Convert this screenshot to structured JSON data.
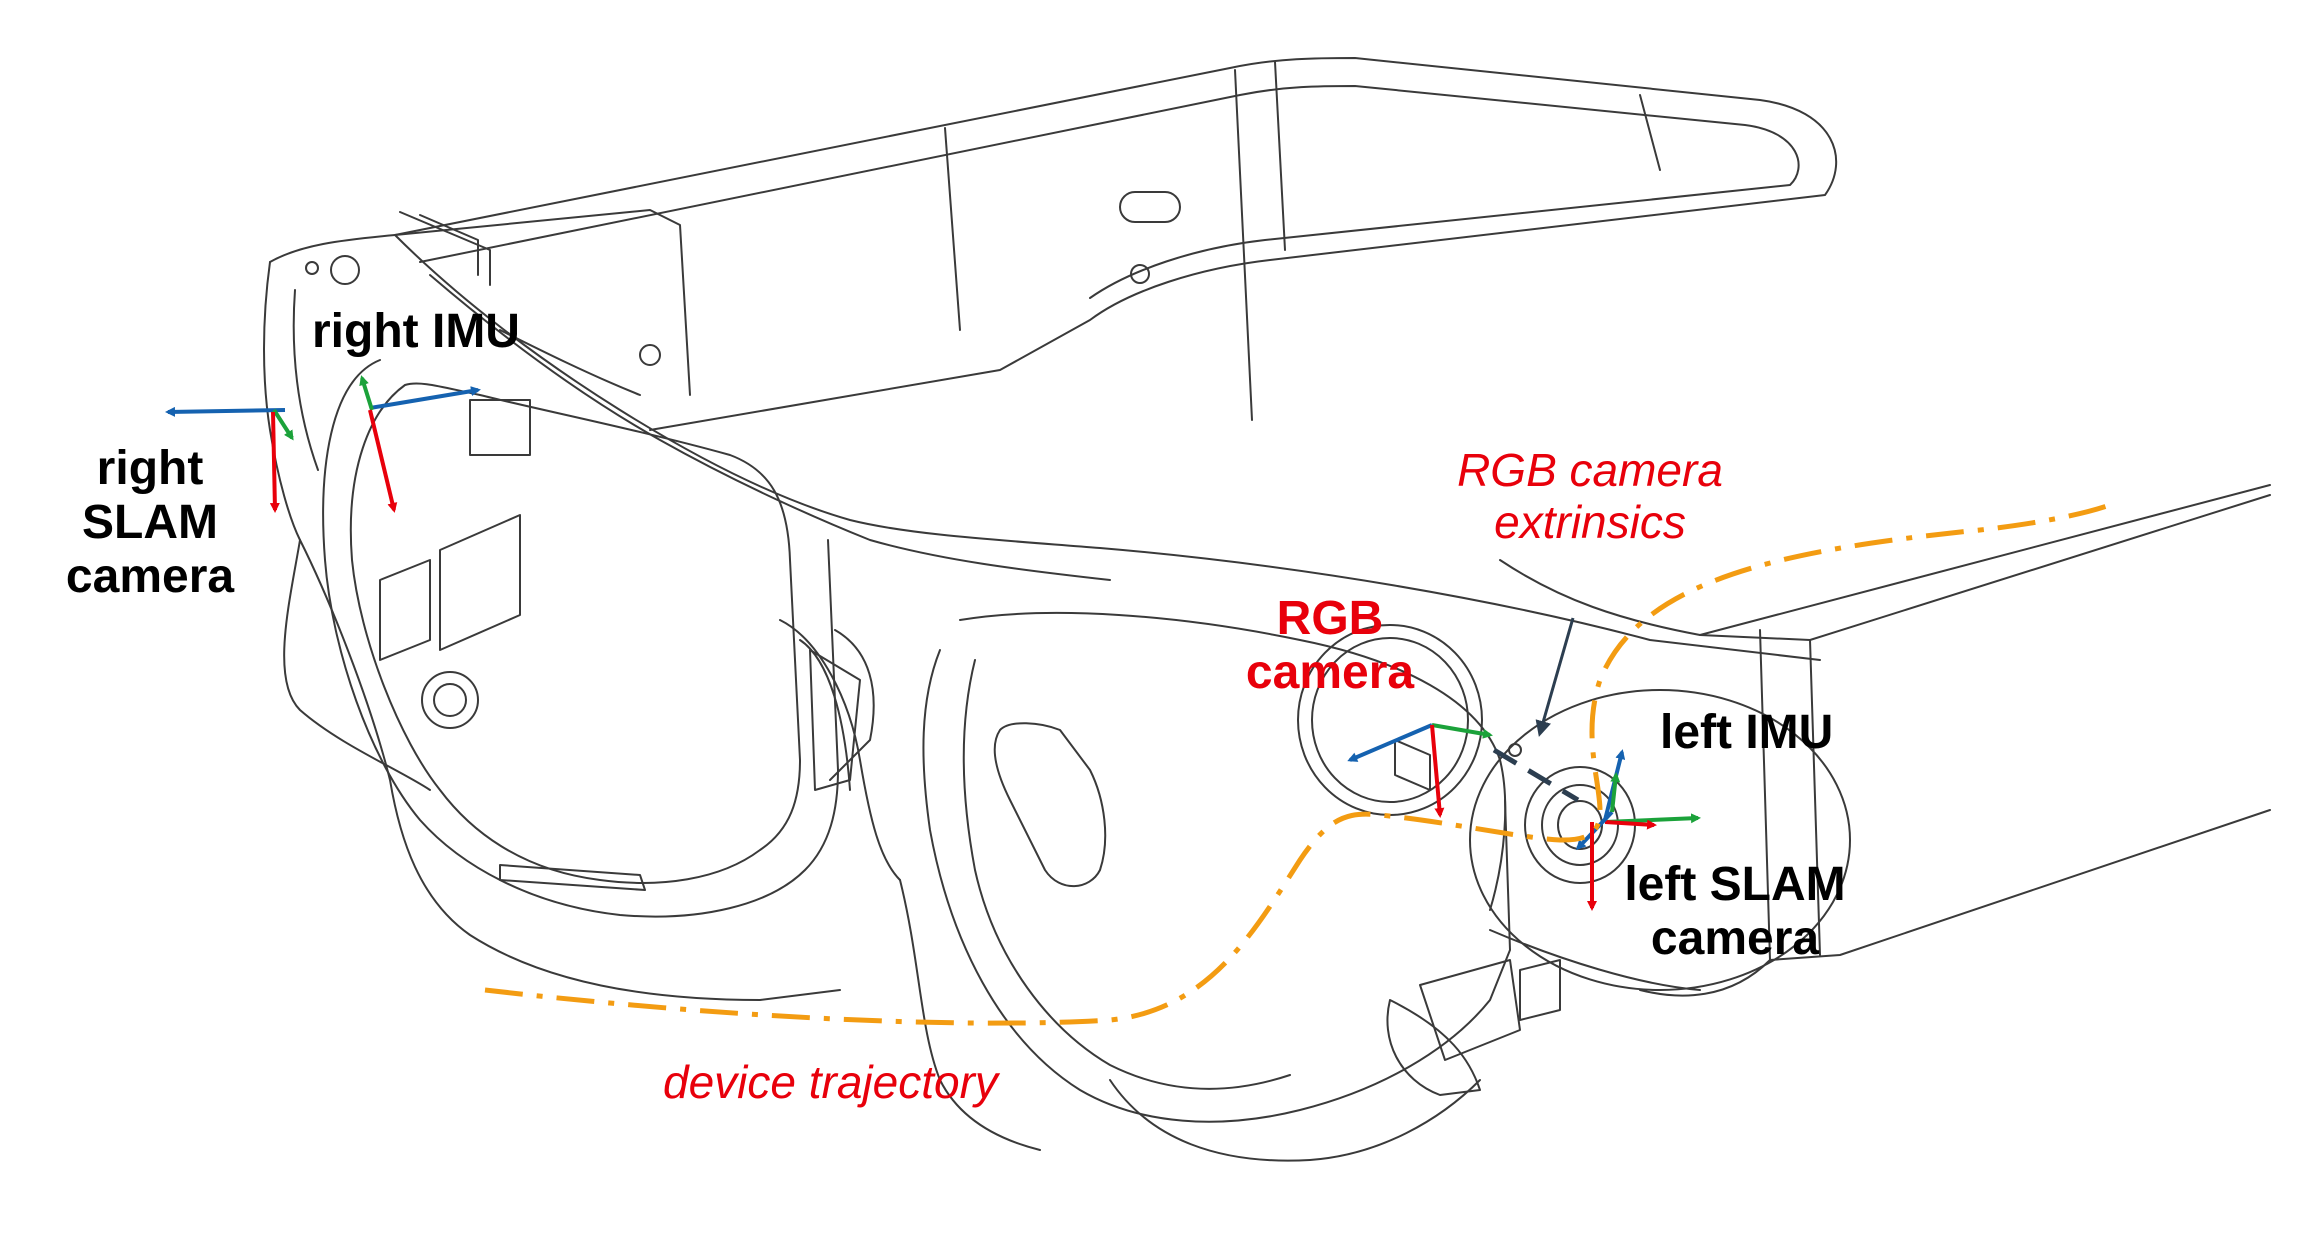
{
  "labels": {
    "right_imu": "right IMU",
    "right_slam": [
      "right",
      "SLAM",
      "camera"
    ],
    "rgb_extrinsics": [
      "RGB camera",
      "extrinsics"
    ],
    "rgb_camera": [
      "RGB",
      "camera"
    ],
    "left_imu": "left IMU",
    "left_slam": [
      "left SLAM",
      "camera"
    ],
    "device_trajectory": "device trajectory"
  },
  "colors": {
    "outline": "#3a3a3a",
    "axis_x": "#e8000b",
    "axis_y": "#1ba23a",
    "axis_z": "#1562b0",
    "trajectory": "#f39c12",
    "extrinsics_link": "#2c3e50",
    "label_red": "#e8000b",
    "label_black": "#000000"
  }
}
